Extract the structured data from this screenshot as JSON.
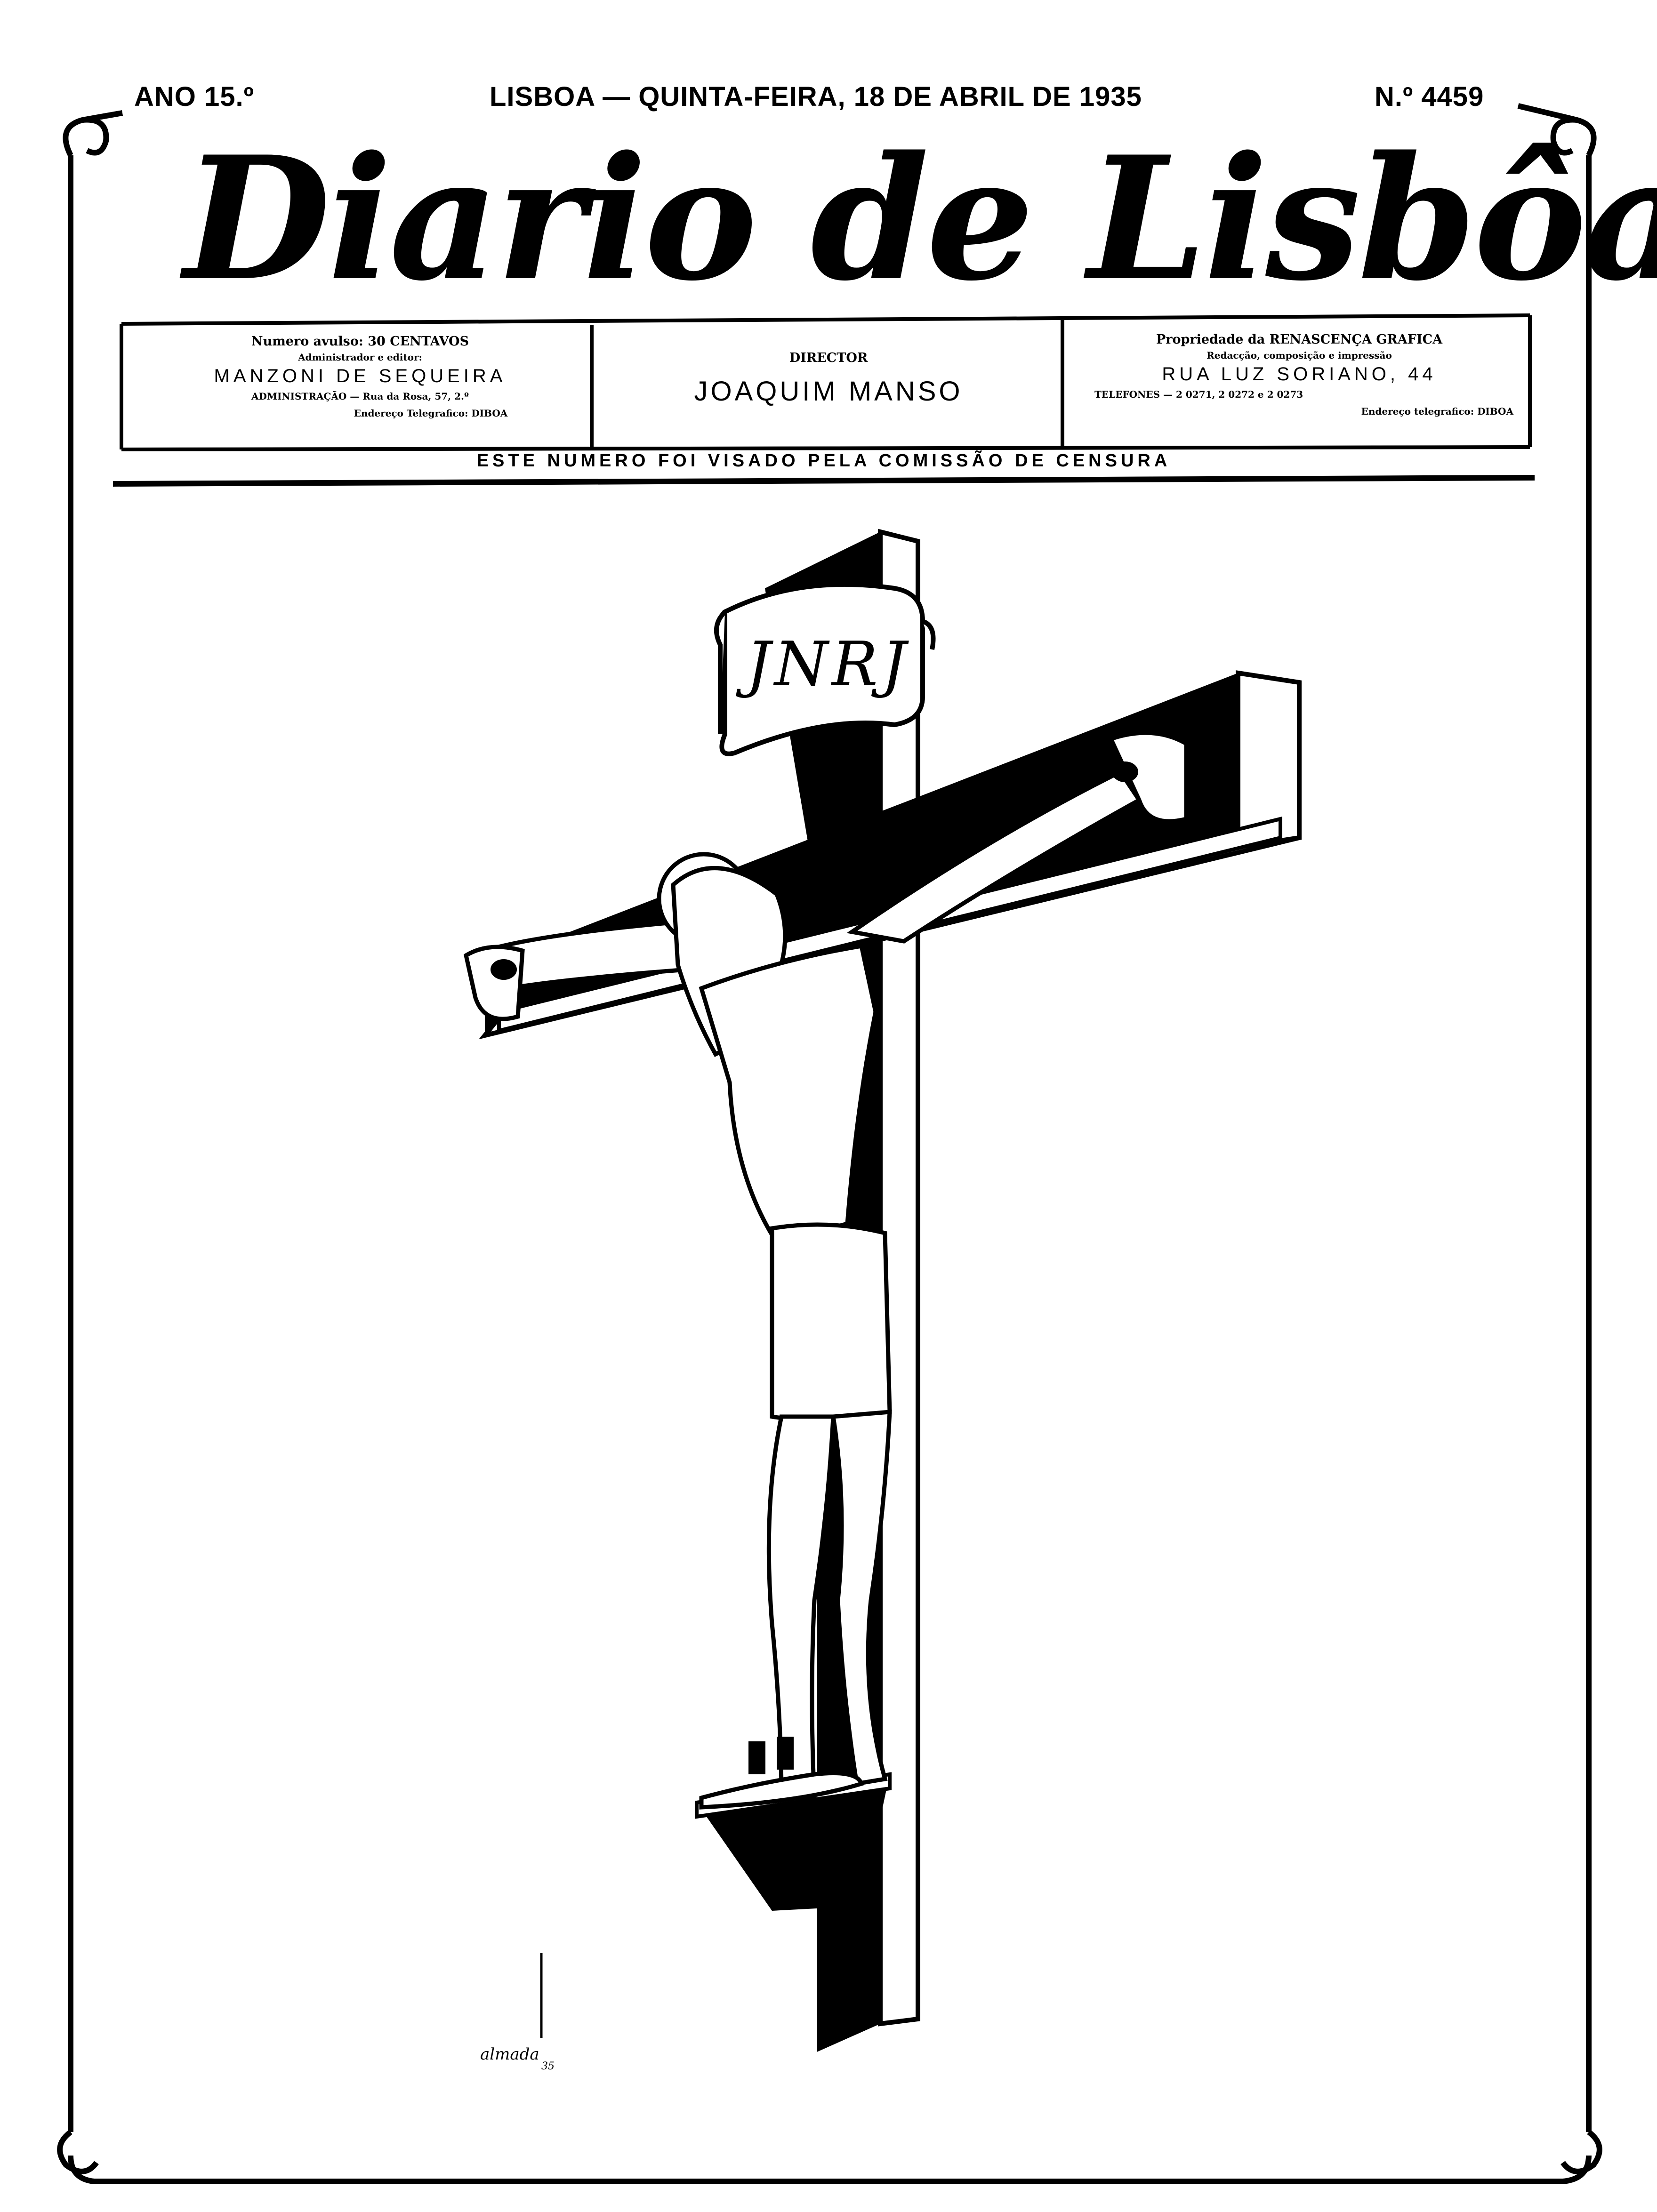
{
  "header": {
    "ano": "ANO 15.º",
    "dateline": "LISBOA — QUINTA-FEIRA, 18 DE ABRIL DE 1935",
    "numero": "N.º 4459"
  },
  "masthead": {
    "title": "Diario de Lisbôa"
  },
  "info_left": {
    "line1": "Numero avulso: 30 CENTAVOS",
    "line2": "Administrador e editor:",
    "line3": "MANZONI DE SEQUEIRA",
    "line4": "ADMINISTRAÇÃO — Rua da Rosa, 57, 2.º",
    "line5": "Endereço Telegrafico: DIBOA"
  },
  "info_center": {
    "label": "DIRECTOR",
    "name": "JOAQUIM MANSO"
  },
  "info_right": {
    "line1": "Propriedade da RENASCENÇA GRAFICA",
    "line2": "Redacção, composição e impressão",
    "line3": "RUA LUZ SORIANO, 44",
    "line4": "TELEFONES — 2 0271, 2 0272 e 2 0273",
    "line5": "Endereço telegrafico: DIBOA"
  },
  "censura": "ESTE NUMERO FOI VISADO PELA COMISSÃO DE CENSURA",
  "illustration": {
    "titulus": "JNRJ",
    "signature": "almada",
    "signature_year": "35"
  }
}
